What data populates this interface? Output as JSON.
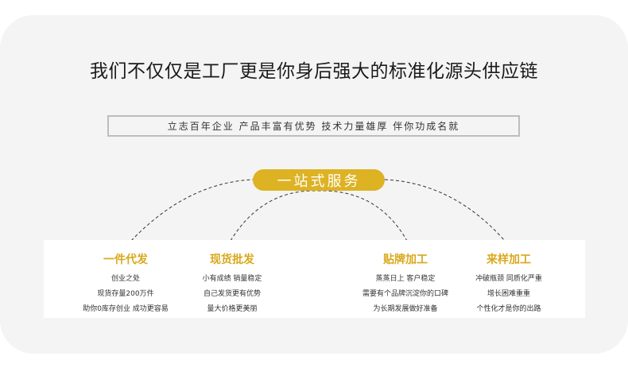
{
  "headline": "我们不仅仅是工厂更是你身后强大的标准化源头供应链",
  "tagline": "立志百年企业   产品丰富有优势   技术力量雄厚   伴你功成名就",
  "center_pill": "一站式服务",
  "services": [
    {
      "title": "一件代发",
      "lines": [
        "创业之处",
        "现货存量200万件",
        "助你0库存创业 成功更容易"
      ]
    },
    {
      "title": "现货批发",
      "lines": [
        "小有成绩 销量稳定",
        "自己发货更有优势",
        "量大价格更美丽"
      ]
    },
    {
      "title": "贴牌加工",
      "lines": [
        "蒸蒸日上 客户稳定",
        "需要有个品牌沉淀你的口碑",
        "为长期发展做好准备"
      ]
    },
    {
      "title": "来样加工",
      "lines": [
        "冲破瓶颈 同质化严重",
        "增长困难重重",
        "个性化才是你的出路"
      ]
    }
  ],
  "colors": {
    "accent": "#ddb223",
    "panel": "#f4f4f4",
    "title_gold": "#d9a81a"
  }
}
